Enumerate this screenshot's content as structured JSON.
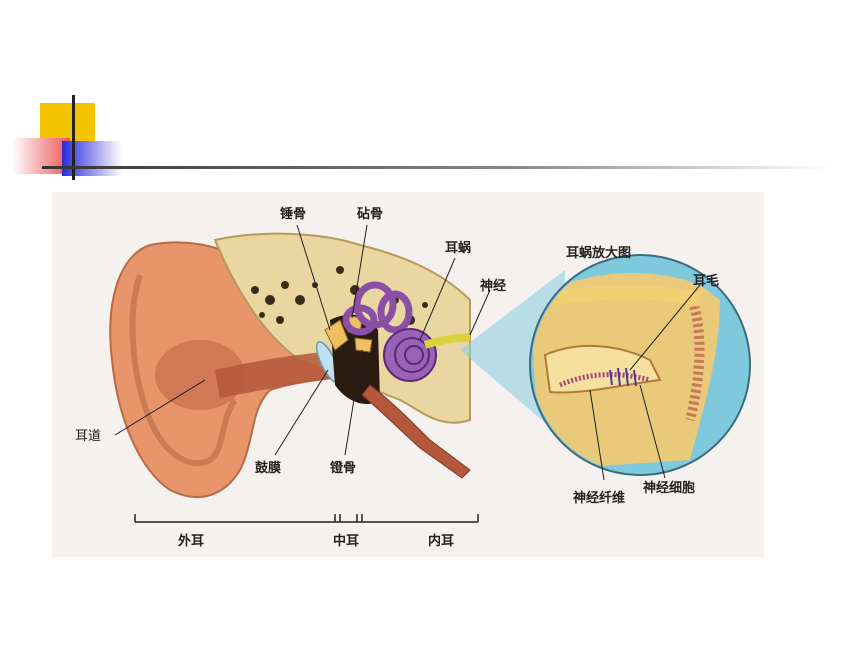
{
  "diagram": {
    "labels": {
      "hammer": "锤骨",
      "anvil": "砧骨",
      "cochlea": "耳蜗",
      "nerve": "神经",
      "cochlea_zoom_title": "耳蜗放大图",
      "hair": "耳毛",
      "ear_canal": "耳道",
      "eardrum": "鼓膜",
      "stirrup": "镫骨",
      "nerve_fiber": "神经纤维",
      "nerve_cell": "神经细胞",
      "outer_ear": "外耳",
      "middle_ear": "中耳",
      "inner_ear": "内耳"
    }
  },
  "colors": {
    "accent_yellow": "#f5c400",
    "accent_red": "#e83a3a",
    "accent_blue": "#2a2ad8",
    "skin": "#e8956b",
    "bone": "#e9d6a0",
    "cochlea_purple": "#8a4fa6",
    "zoom_blue": "#7fc9dd"
  }
}
